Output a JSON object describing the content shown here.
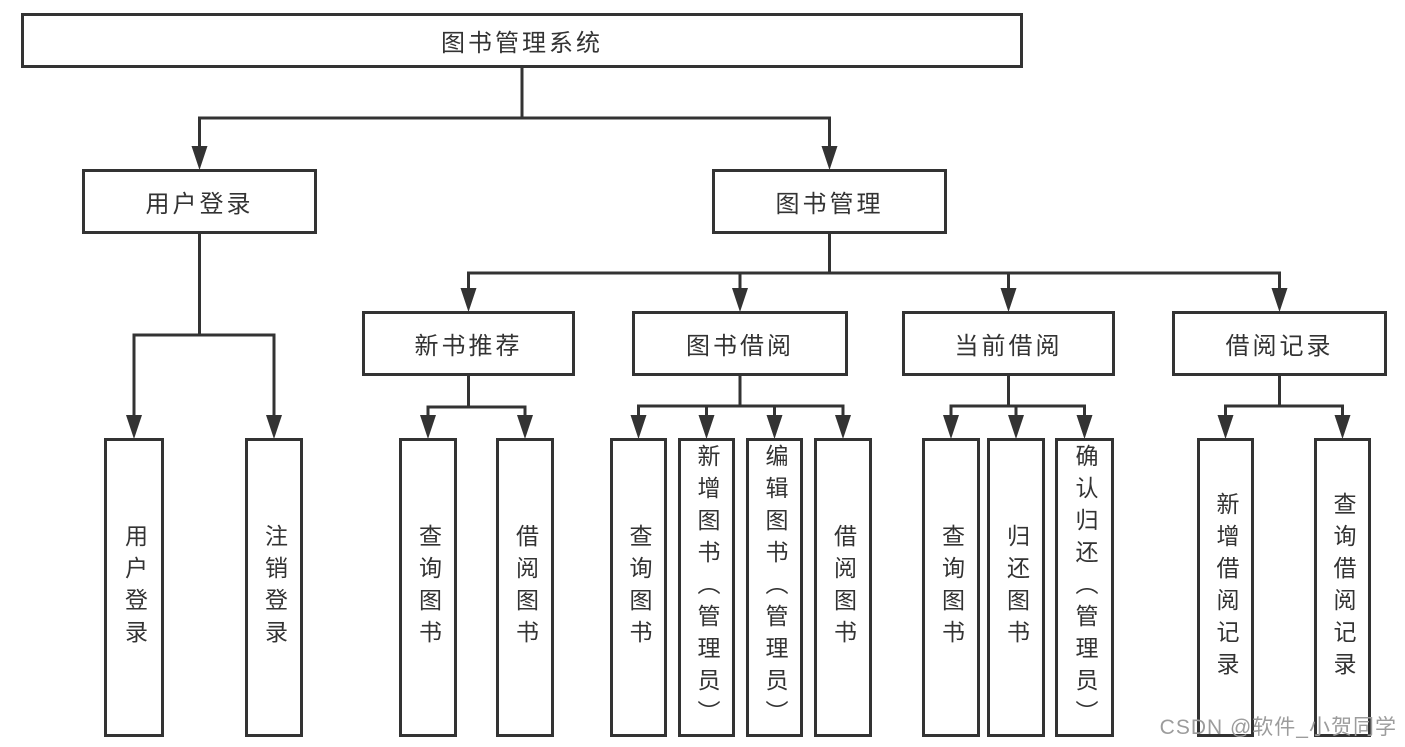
{
  "diagram": {
    "root": {
      "label": "图书管理系统"
    },
    "level2": [
      {
        "label": "用户登录"
      },
      {
        "label": "图书管理"
      }
    ],
    "level3": [
      {
        "label": "新书推荐"
      },
      {
        "label": "图书借阅"
      },
      {
        "label": "当前借阅"
      },
      {
        "label": "借阅记录"
      }
    ],
    "leaves": {
      "user_login": [
        "用户登录",
        "注销登录"
      ],
      "new_book_recommend": [
        "查询图书",
        "借阅图书"
      ],
      "book_borrowing": [
        "查询图书",
        "新增图书（管理员）",
        "编辑图书（管理员）",
        "借阅图书"
      ],
      "current_borrowing": [
        "查询图书",
        "归还图书",
        "确认归还（管理员）"
      ],
      "borrowing_records": [
        "新增借阅记录",
        "查询借阅记录"
      ]
    }
  },
  "watermark": {
    "text": "CSDN @软件_小贺同学"
  },
  "colors": {
    "line": "#333333",
    "text": "#333333",
    "box_background": "#ffffff",
    "page_background": "#ffffff",
    "watermark": "#9c9c9c"
  }
}
